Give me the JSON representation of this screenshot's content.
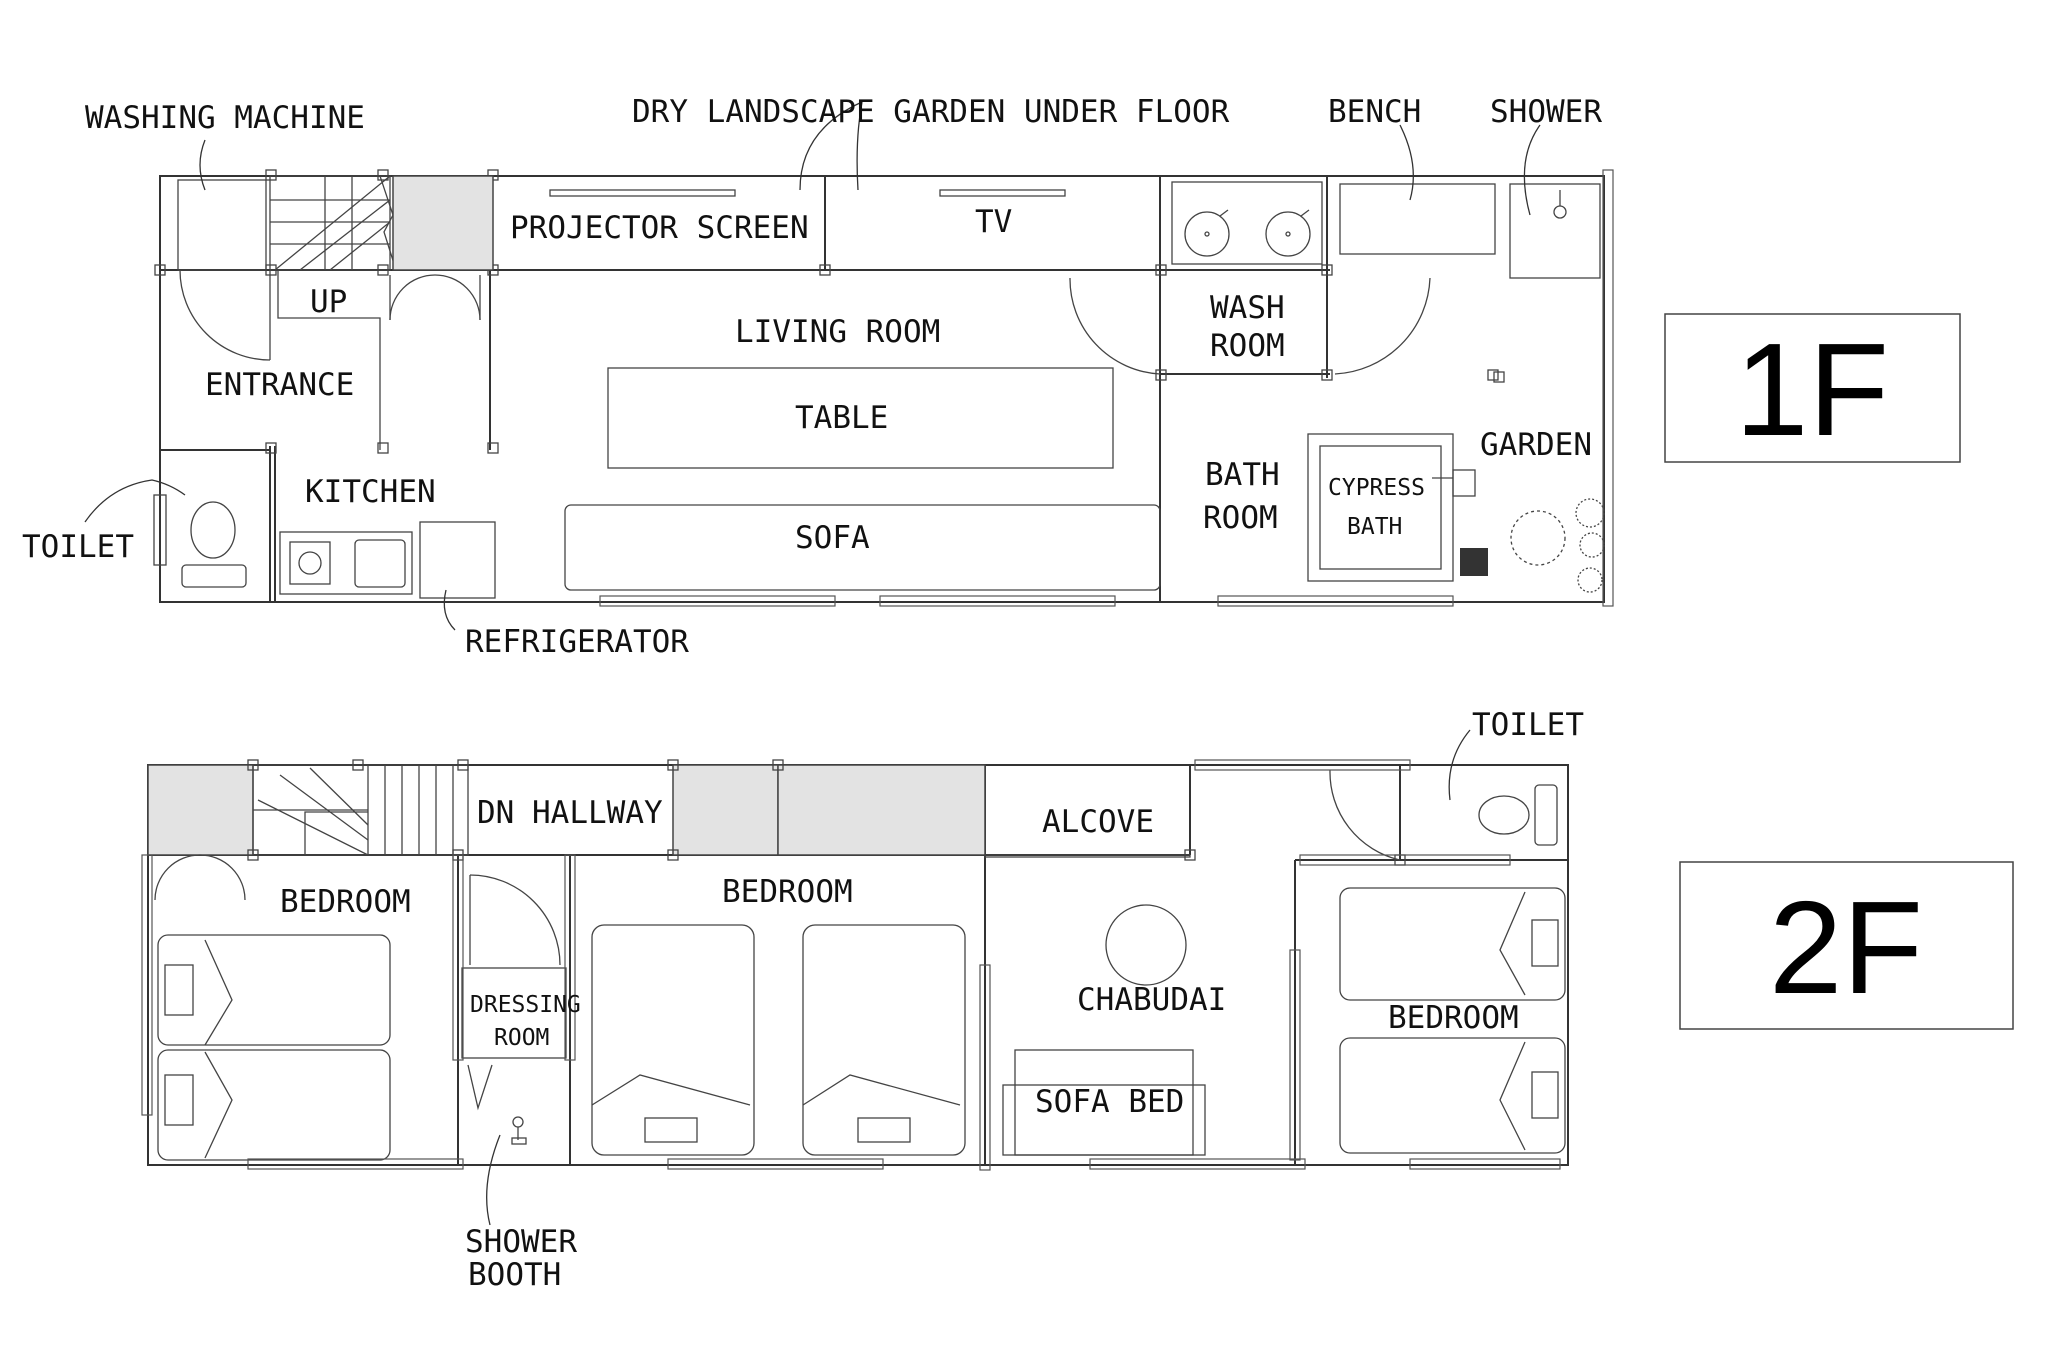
{
  "floor_1f": {
    "badge": "1F",
    "labels": {
      "washing_machine": "WASHING MACHINE",
      "dry_garden": "DRY LANDSCAPE GARDEN UNDER FLOOR",
      "bench": "BENCH",
      "shower": "SHOWER",
      "projector_screen": "PROJECTOR SCREEN",
      "tv": "TV",
      "up": "UP",
      "wash_room_1": "WASH",
      "wash_room_2": "ROOM",
      "living_room": "LIVING ROOM",
      "entrance": "ENTRANCE",
      "table": "TABLE",
      "garden": "GARDEN",
      "bath_room_1": "BATH",
      "bath_room_2": "ROOM",
      "cypress_bath_1": "CYPRESS",
      "cypress_bath_2": "BATH",
      "kitchen": "KITCHEN",
      "toilet": "TOILET",
      "sofa": "SOFA",
      "refrigerator": "REFRIGERATOR"
    }
  },
  "floor_2f": {
    "badge": "2F",
    "labels": {
      "toilet": "TOILET",
      "dn": "DN",
      "hallway": "HALLWAY",
      "alcove": "ALCOVE",
      "bedroom_left": "BEDROOM",
      "bedroom_middle": "BEDROOM",
      "bedroom_right": "BEDROOM",
      "dressing_room_1": "DRESSING",
      "dressing_room_2": "ROOM",
      "chabudai": "CHABUDAI",
      "sofa_bed": "SOFA BED",
      "shower_booth_1": "SHOWER",
      "shower_booth_2": "BOOTH"
    }
  }
}
